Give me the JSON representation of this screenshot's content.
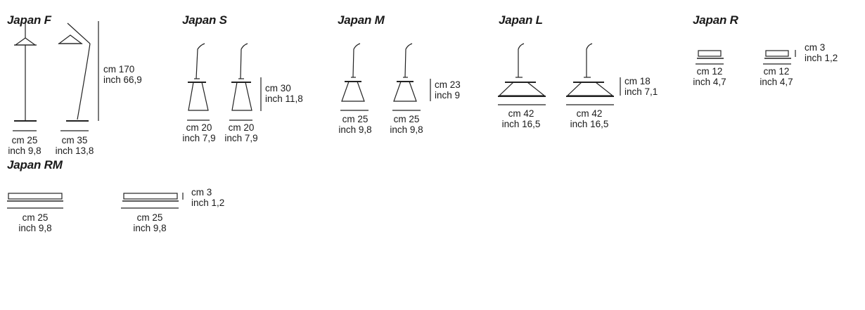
{
  "products": {
    "f": {
      "title": "Japan F",
      "a": {
        "cm": "cm 25",
        "inch": "inch 9,8"
      },
      "b": {
        "cm": "cm 35",
        "inch": "inch 13,8"
      },
      "h": {
        "cm": "cm 170",
        "inch": "inch 66,9"
      }
    },
    "s": {
      "title": "Japan S",
      "a": {
        "cm": "cm 20",
        "inch": "inch 7,9"
      },
      "b": {
        "cm": "cm 20",
        "inch": "inch 7,9"
      },
      "h": {
        "cm": "cm 30",
        "inch": "inch 11,8"
      }
    },
    "m": {
      "title": "Japan M",
      "a": {
        "cm": "cm 25",
        "inch": "inch 9,8"
      },
      "b": {
        "cm": "cm 25",
        "inch": "inch 9,8"
      },
      "h": {
        "cm": "cm 23",
        "inch": "inch 9"
      }
    },
    "l": {
      "title": "Japan L",
      "a": {
        "cm": "cm 42",
        "inch": "inch 16,5"
      },
      "b": {
        "cm": "cm 42",
        "inch": "inch 16,5"
      },
      "h": {
        "cm": "cm 18",
        "inch": "inch 7,1"
      }
    },
    "r": {
      "title": "Japan R",
      "a": {
        "cm": "cm 12",
        "inch": "inch 4,7"
      },
      "b": {
        "cm": "cm 12",
        "inch": "inch 4,7"
      },
      "h": {
        "cm": "cm 3",
        "inch": "inch 1,2"
      }
    },
    "rm": {
      "title": "Japan RM",
      "a": {
        "cm": "cm 25",
        "inch": "inch 9,8"
      },
      "b": {
        "cm": "cm 25",
        "inch": "inch 9,8"
      },
      "h": {
        "cm": "cm 3",
        "inch": "inch 1,2"
      }
    }
  }
}
